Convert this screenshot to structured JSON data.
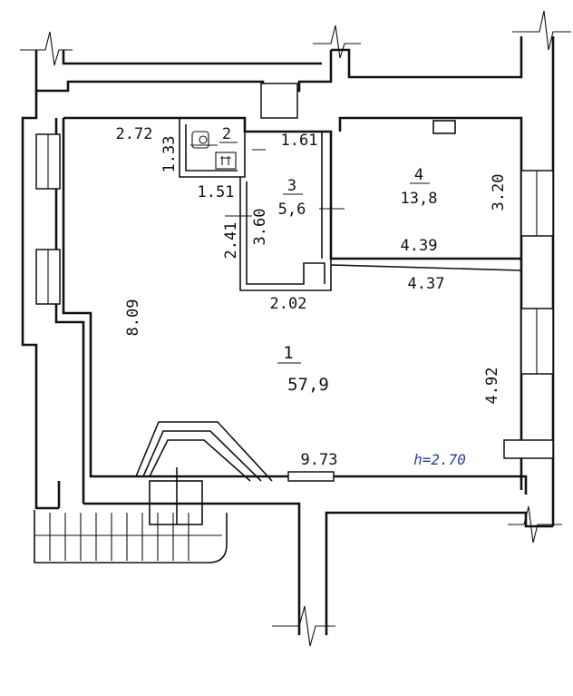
{
  "plan": {
    "ceiling_height": "h=2.70",
    "rooms": [
      {
        "number": "1",
        "area": "57,9"
      },
      {
        "number": "2",
        "area": ""
      },
      {
        "number": "3",
        "area": "5,6"
      },
      {
        "number": "4",
        "area": "13,8"
      }
    ],
    "dimensions": {
      "d_2_72": "2.72",
      "d_1_33": "1.33",
      "d_1_61": "1.61",
      "d_1_51": "1.51",
      "d_2_41": "2.41",
      "d_3_60": "3.60",
      "d_2_02": "2.02",
      "d_3_20": "3.20",
      "d_4_39": "4.39",
      "d_4_37": "4.37",
      "d_8_09": "8.09",
      "d_4_92": "4.92",
      "d_9_73": "9.73"
    },
    "colors": {
      "line": "#111111",
      "height_note": "#2b3f8c"
    }
  }
}
